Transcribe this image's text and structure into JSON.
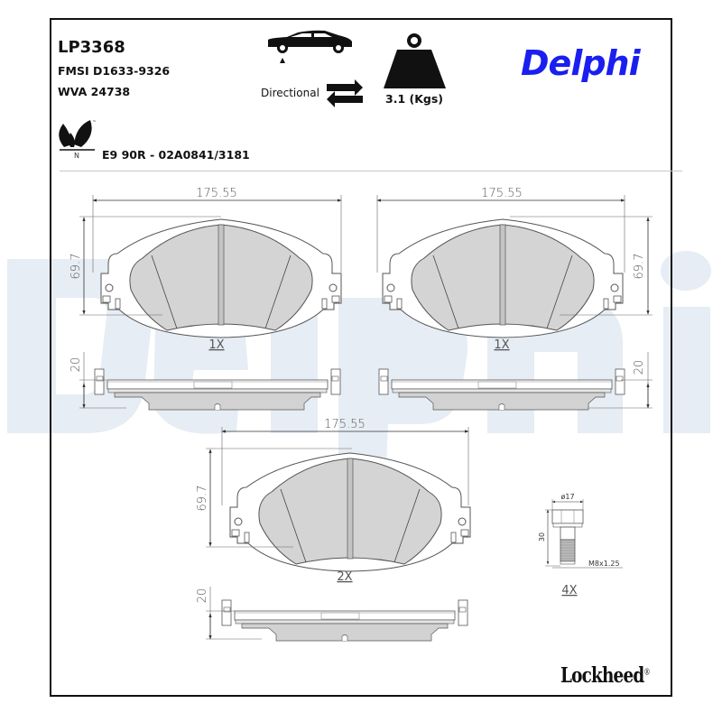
{
  "header": {
    "part_number": "LP3368",
    "fmsi": "FMSI D1633-9326",
    "wva": "WVA 24738",
    "directional_label": "Directional",
    "weight": "3.1 (Kgs)",
    "brand": "Delphi",
    "brand_color": "#1a1ff0",
    "approval": "E9 90R - 02A0841/3181",
    "eco_mark_letter": "N",
    "eco_mark_tm": "™"
  },
  "icons": {
    "car": "car-front-axle-icon",
    "arrows": "directional-arrows-icon",
    "weight": "weight-icon",
    "eco": "leaf-eco-icon"
  },
  "drawings": {
    "pad_left": {
      "width": "175.55",
      "height": "69.7",
      "quantity": "1X",
      "thickness": "20"
    },
    "pad_right": {
      "width": "175.55",
      "height": "69.7",
      "quantity": "1X",
      "thickness": "20"
    },
    "pad_bottom": {
      "width": "175.55",
      "height": "69.7",
      "quantity": "2X",
      "thickness": "20"
    },
    "bolt": {
      "head_diameter": "ø17",
      "length": "30",
      "thread": "M8x1.25",
      "quantity": "4X"
    }
  },
  "footer": {
    "logo": "Lockheed",
    "registered": "®"
  },
  "watermark": {
    "text": "Delphi",
    "color": "#e3ebf3"
  }
}
